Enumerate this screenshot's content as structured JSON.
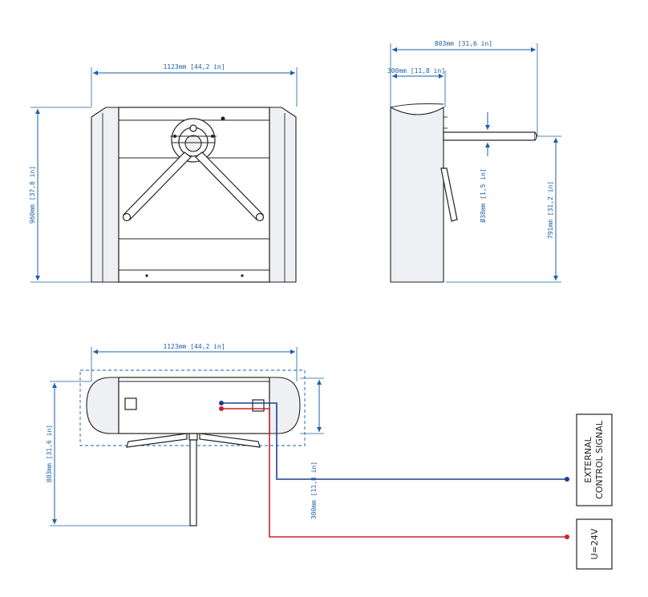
{
  "dimensions": {
    "front_width": "1123mm [44,2 in]",
    "front_height": "960mm [37,8 in]",
    "side_depth": "803mm [31,6 in]",
    "side_body": "300mm [11,8 in]",
    "arm_diameter": "Ø38mm [1,5 in]",
    "arm_height": "791mm [31,2 in]",
    "top_width": "1123mm [44,2 in]",
    "top_depth": "803mm [31,6 in]",
    "top_body": "300mm [11,8 in]"
  },
  "connections": {
    "external_label_1": "EXTERNAL",
    "external_label_2": "CONTROL SIGNAL",
    "power_label": "U=24V",
    "signal_color": "#1f3f8f",
    "power_color": "#c8232c"
  }
}
